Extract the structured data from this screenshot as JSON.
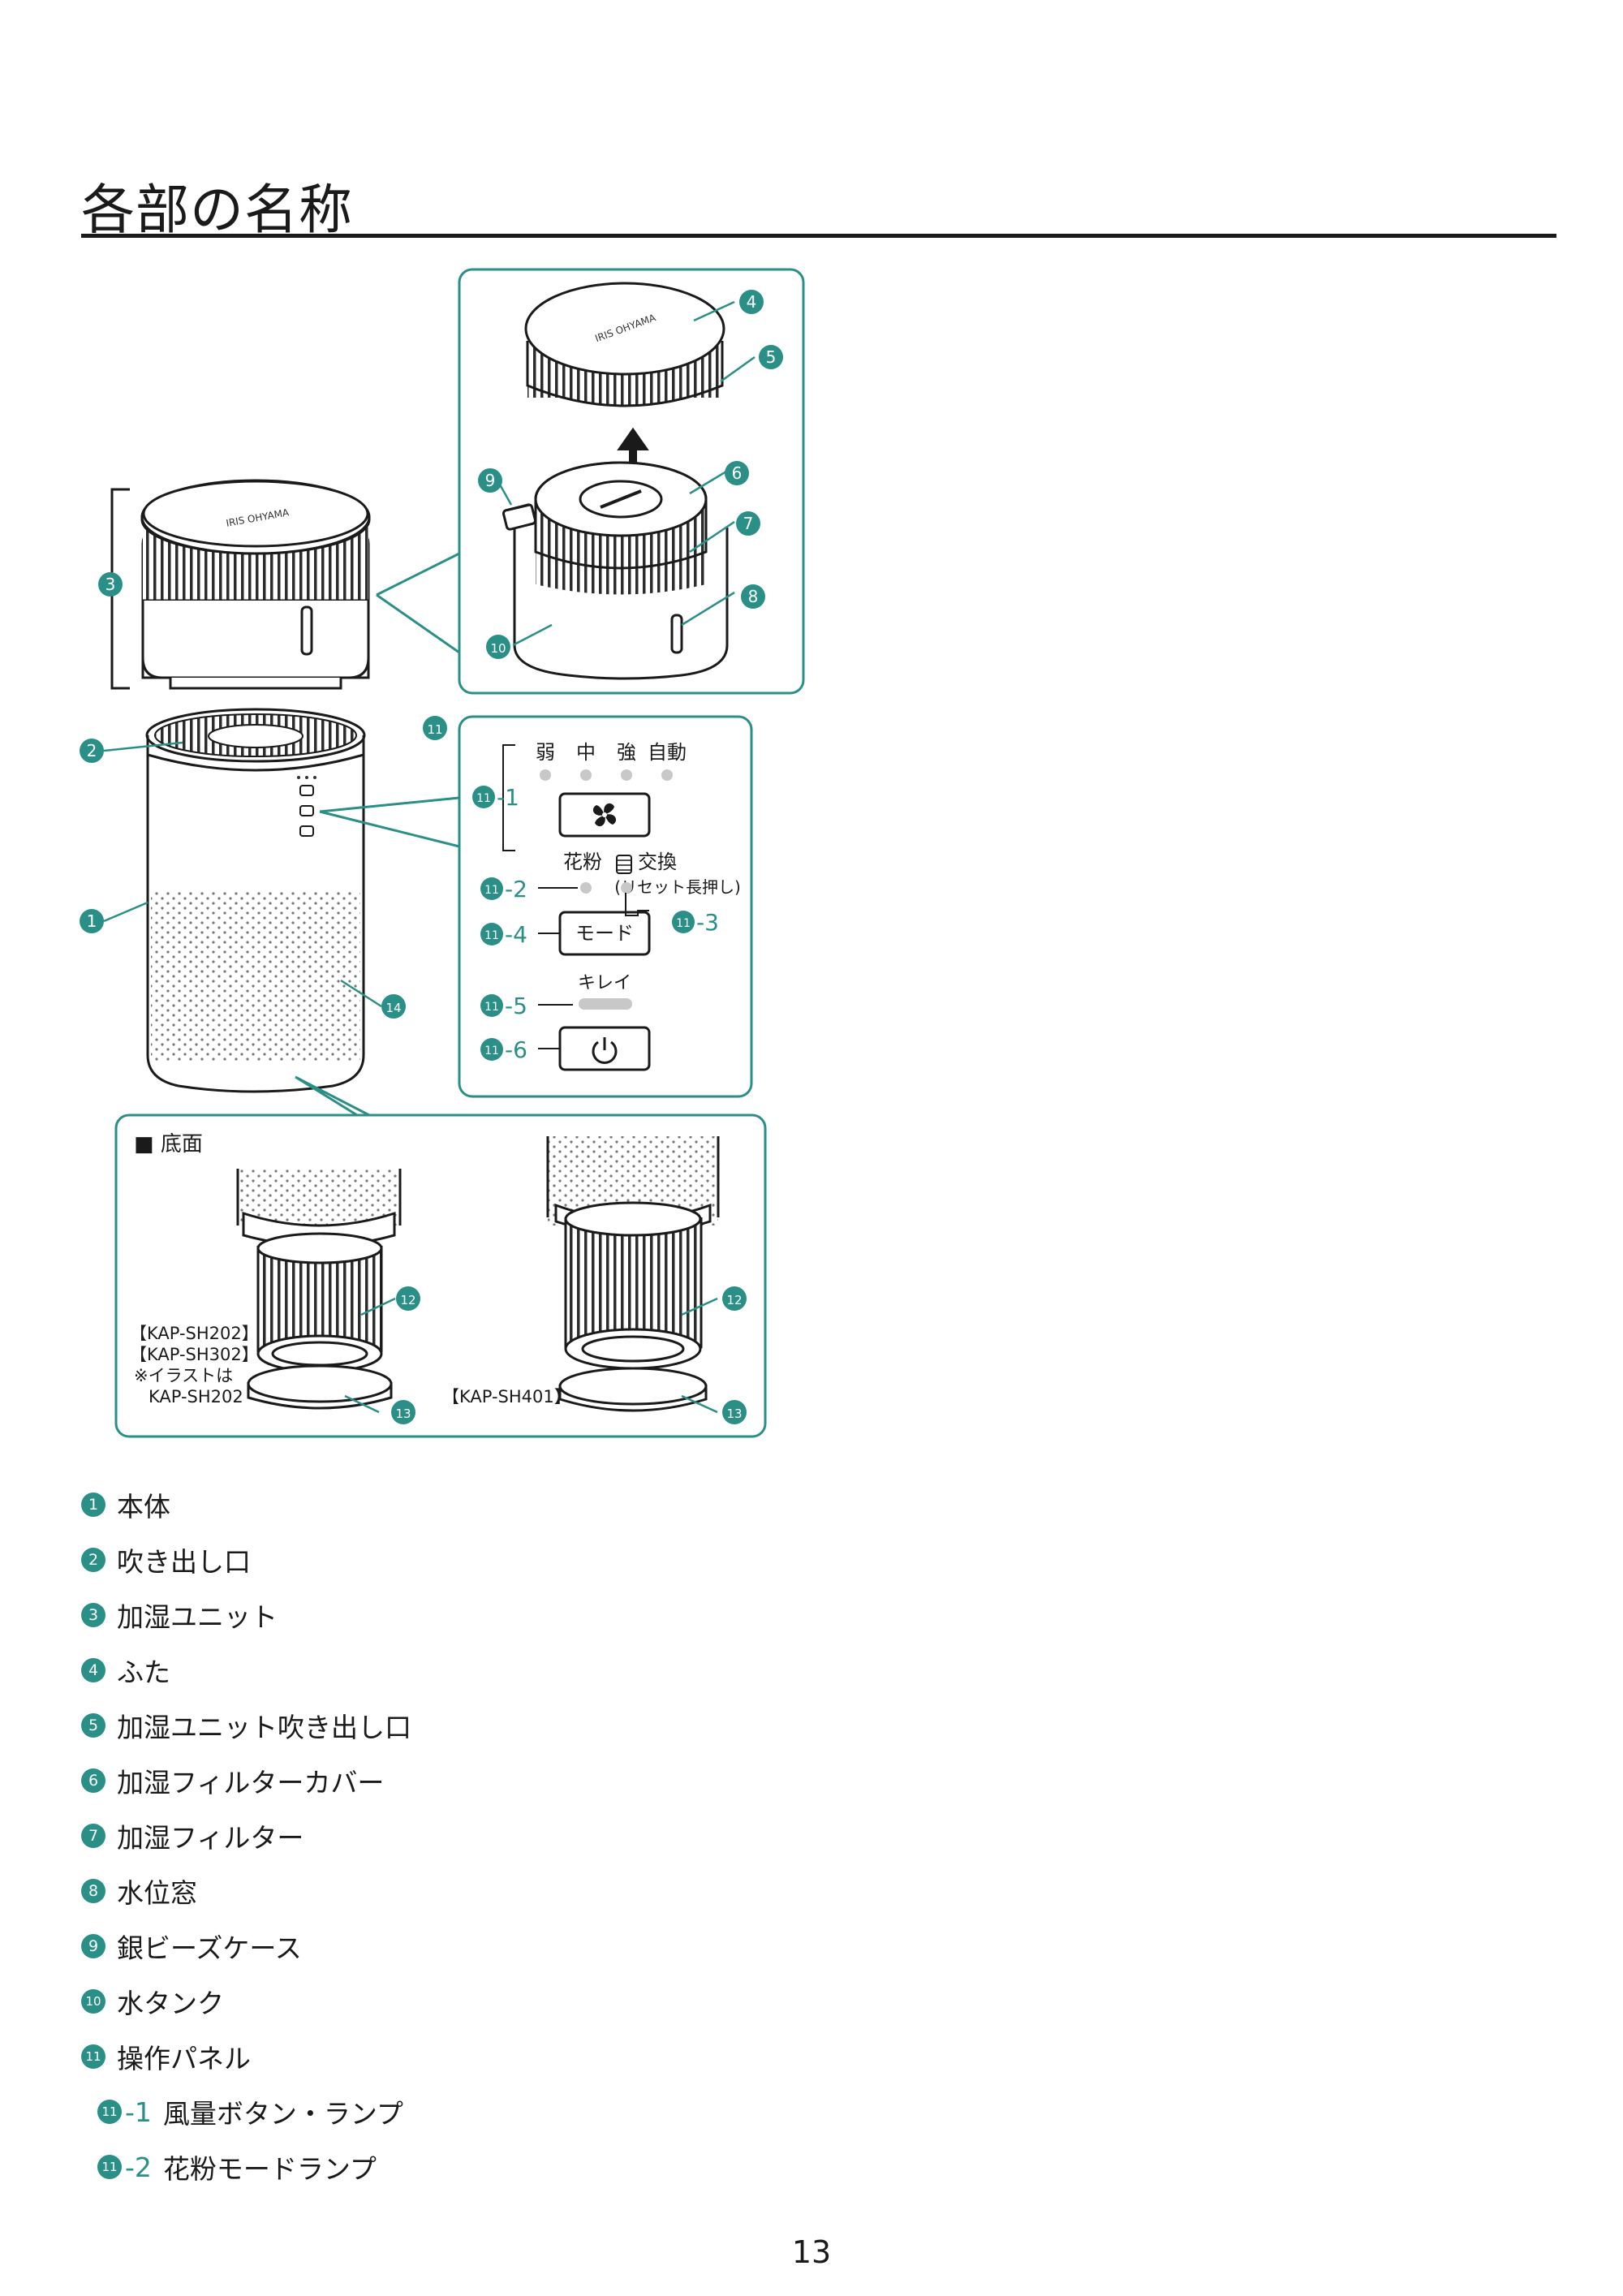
{
  "page": {
    "title": "各部の名称",
    "page_number": "13"
  },
  "colors": {
    "accent": "#2a8f86",
    "ink": "#1a1a1a",
    "led": "#c8c8c8"
  },
  "figure": {
    "brand": "IRIS OHYAMA",
    "callouts": [
      "1",
      "2",
      "3",
      "4",
      "5",
      "6",
      "7",
      "8",
      "9",
      "10",
      "11",
      "12",
      "13",
      "14"
    ],
    "panel": {
      "modes": [
        "弱",
        "中",
        "強",
        "自動"
      ],
      "pollen_label": "花粉",
      "replace_label": "交換",
      "reset_note": "(リセット長押し)",
      "mode_button": "モード",
      "clean_label": "キレイ",
      "sub_labels": [
        "-1",
        "-2",
        "-3",
        "-4",
        "-5",
        "-6"
      ]
    },
    "bottom": {
      "heading": "■ 底面",
      "models_left": [
        "【KAP-SH202】",
        "【KAP-SH302】",
        "※イラストは",
        "　KAP-SH202"
      ],
      "model_right": "【KAP-SH401】"
    }
  },
  "parts": [
    {
      "num": "1",
      "label": "本体"
    },
    {
      "num": "2",
      "label": "吹き出し口"
    },
    {
      "num": "3",
      "label": "加湿ユニット"
    },
    {
      "num": "4",
      "label": "ふた"
    },
    {
      "num": "5",
      "label": "加湿ユニット吹き出し口"
    },
    {
      "num": "6",
      "label": "加湿フィルターカバー"
    },
    {
      "num": "7",
      "label": "加湿フィルター"
    },
    {
      "num": "8",
      "label": "水位窓"
    },
    {
      "num": "9",
      "label": "銀ビーズケース"
    },
    {
      "num": "10",
      "label": "水タンク"
    },
    {
      "num": "11",
      "label": "操作パネル"
    },
    {
      "num": "11",
      "suffix": "-1",
      "label": "風量ボタン・ランプ"
    },
    {
      "num": "11",
      "suffix": "-2",
      "label": "花粉モードランプ"
    }
  ]
}
